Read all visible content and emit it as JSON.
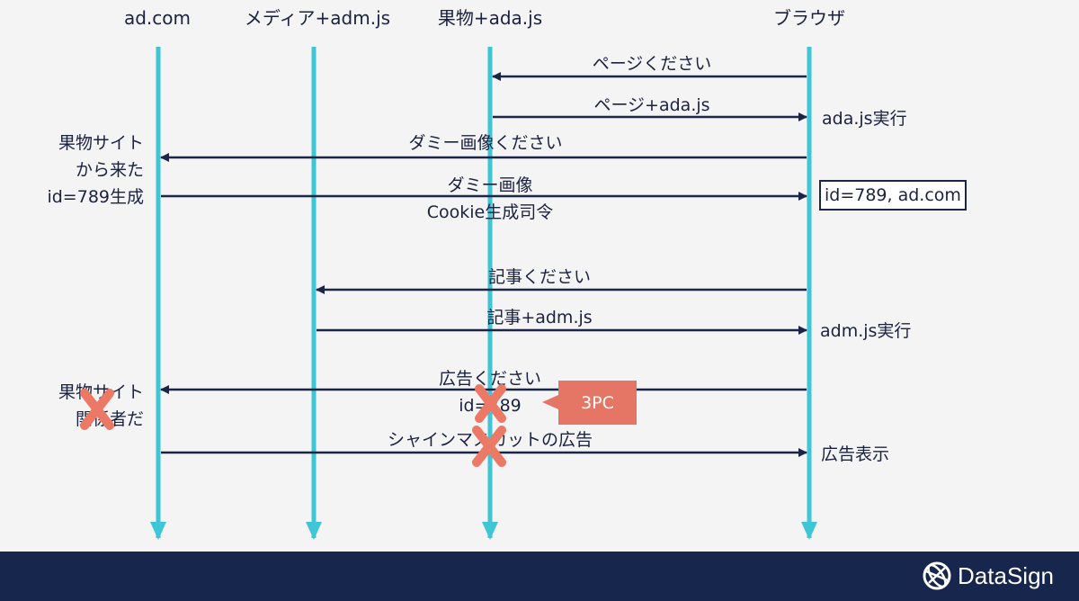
{
  "participants": [
    "ad.com",
    "メディア+adm.js",
    "果物+ada.js",
    "ブラウザ"
  ],
  "messages": [
    "ページください",
    "ページ+ada.js",
    "ダミー画像ください",
    "ダミー画像",
    "Cookie生成司令",
    "記事ください",
    "記事+adm.js",
    "広告ください",
    "id=789",
    "シャインマスカットの広告"
  ],
  "notes": {
    "ada_exec": "ada.js実行",
    "cookie_box": "id=789, ad.com",
    "adm_exec": "adm.js実行",
    "ad_display": "広告表示",
    "fruit_site_1": "果物サイト",
    "fruit_site_2": "から来た",
    "fruit_site_3": "id=789生成",
    "related_1": "果物サイト",
    "related_2": "関係者だ"
  },
  "callout": "3PC",
  "brand": "DataSign",
  "colors": {
    "lifeline": "#3ec5d6",
    "arrow": "#1a2548",
    "cross": "#ec7866",
    "callout": "#e57666",
    "footer": "#16264c"
  }
}
